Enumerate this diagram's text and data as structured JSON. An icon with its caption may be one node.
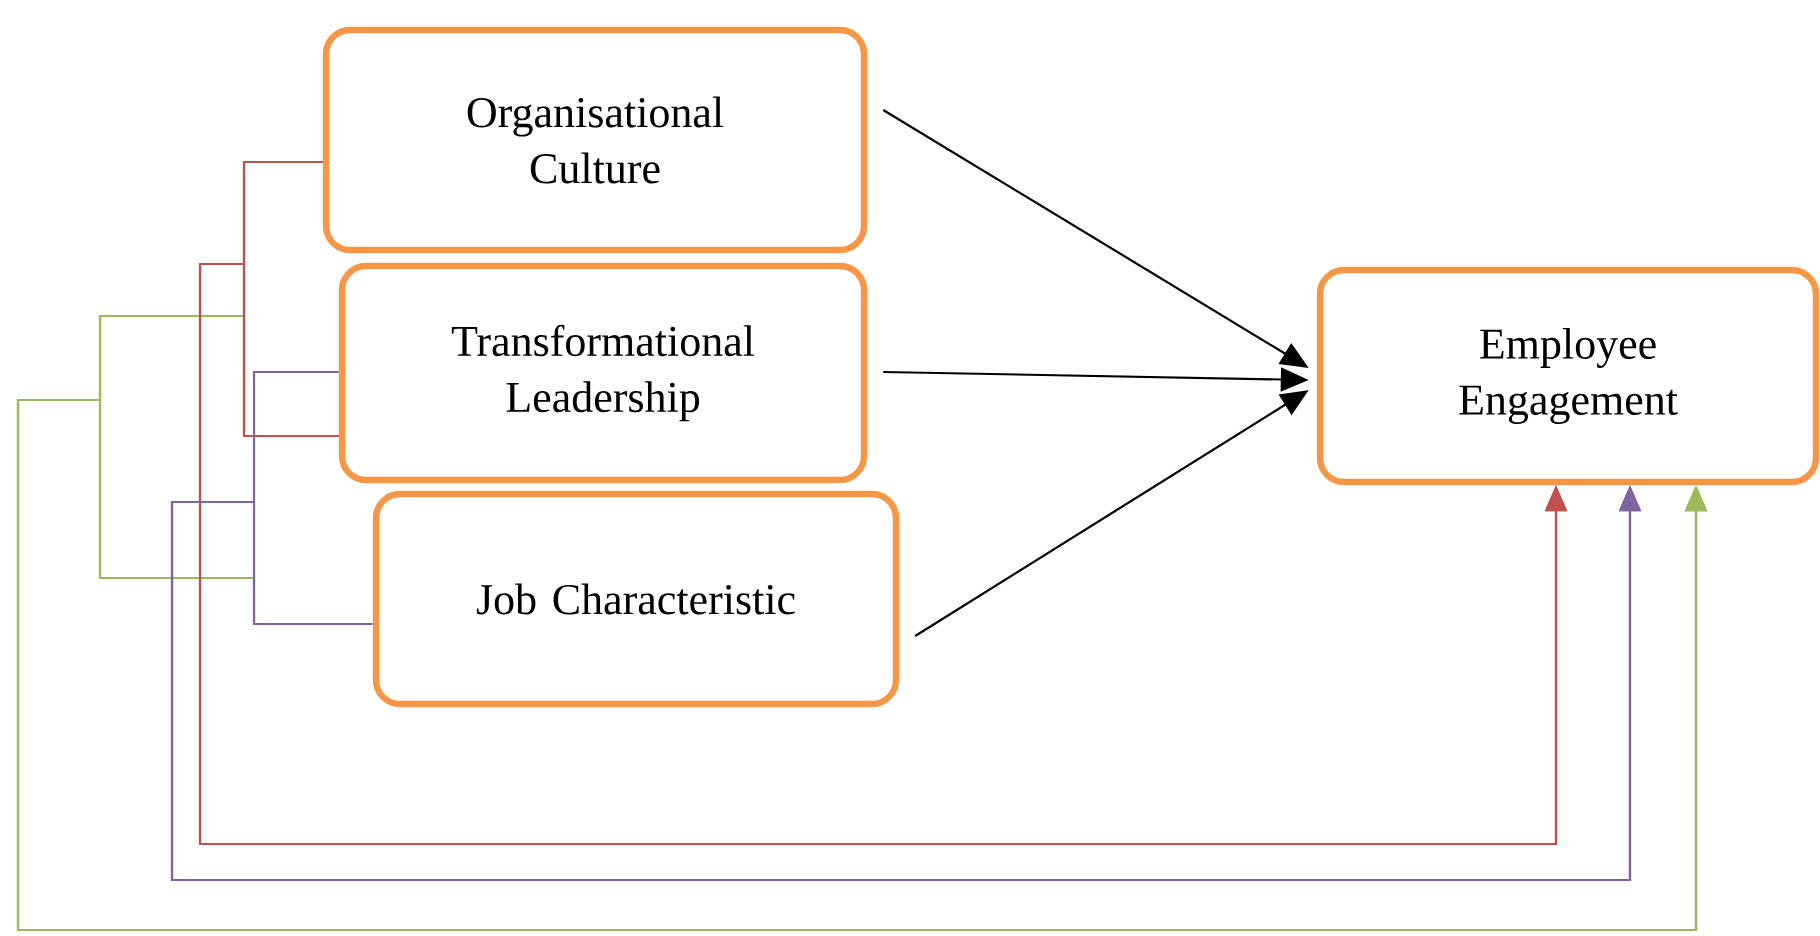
{
  "diagram": {
    "nodes": [
      {
        "text": [
          "Organisational Culture"
        ]
      },
      {
        "text": [
          "Transformational Leadership"
        ]
      },
      {
        "text": [
          "Job Characteristic"
        ]
      },
      {
        "text": [
          "Employee Engagement"
        ]
      }
    ],
    "edges": [
      {
        "from": 0,
        "to": 3,
        "arrow": "to"
      },
      {
        "from": 1,
        "to": 3,
        "arrow": "to"
      },
      {
        "from": 2,
        "to": 3,
        "arrow": "to"
      },
      {
        "from": 0,
        "to": 3,
        "arrow": "to",
        "color": "#c0504d"
      },
      {
        "from": 1,
        "to": 3,
        "arrow": "to",
        "color": "#c0504d"
      },
      {
        "from": 1,
        "to": 3,
        "arrow": "to",
        "color": "#8064a2"
      },
      {
        "from": 2,
        "to": 3,
        "arrow": "to",
        "color": "#8064a2"
      },
      {
        "from": 0,
        "to": 3,
        "arrow": "to",
        "color": "#9bbb59"
      },
      {
        "from": 1,
        "to": 3,
        "arrow": "to",
        "color": "#9bbb59"
      },
      {
        "from": 2,
        "to": 3,
        "arrow": "to",
        "color": "#9bbb59"
      }
    ]
  }
}
